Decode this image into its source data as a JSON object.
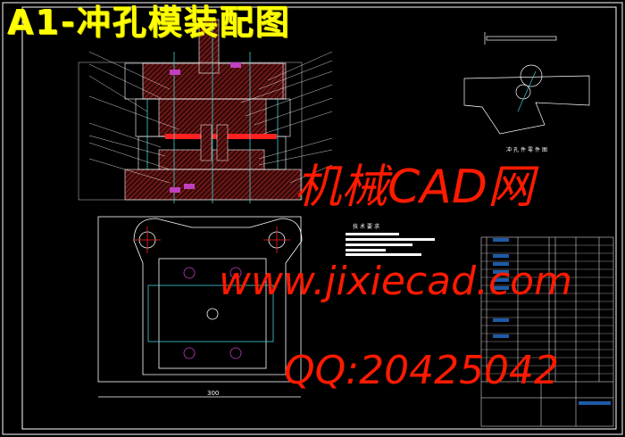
{
  "drawing": {
    "title": "A1-冲孔模装配图",
    "plan_dimension": "300",
    "part_view_caption": "冲孔件零件图",
    "notes_heading": "技术要求"
  },
  "watermark": {
    "line1": "机械CAD网",
    "line2": "www.jixiecad.com",
    "line3": "QQ:20425042"
  },
  "colors": {
    "background": "#000000",
    "title": "#ffff00",
    "outline": "#ffffff",
    "hatch": "#c83030",
    "centerline": "#40d0d0",
    "strip": "#ff2020",
    "watermark": "#ff1a00",
    "bom_text": "#1e5aa8"
  }
}
